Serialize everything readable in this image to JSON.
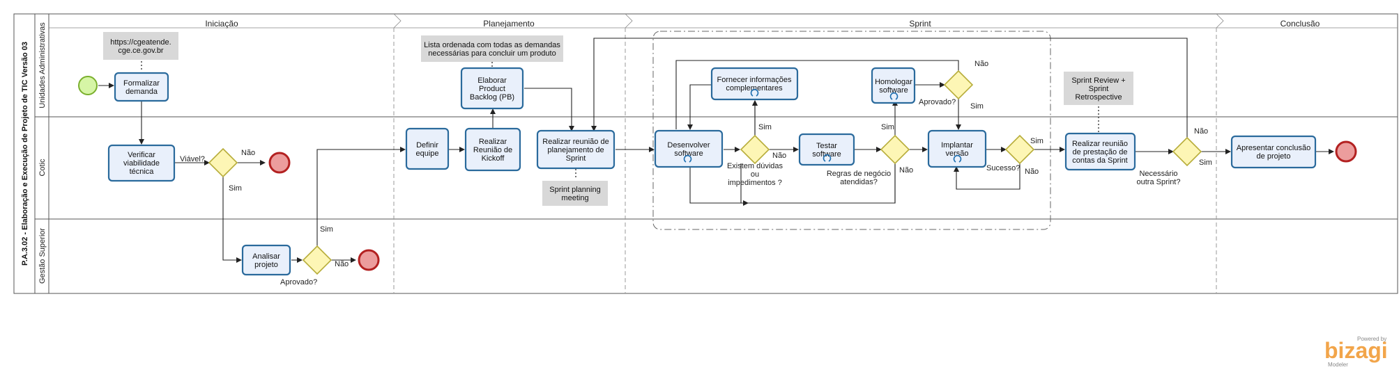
{
  "pool": {
    "title": "P.A.3.02 - Elaboração e Execução de Projeto de TIC Versão 03"
  },
  "lanes": {
    "unidades": "Unidades Administrativas",
    "cotic": "Cotic",
    "gestao": "Gestão Superior"
  },
  "phases": {
    "iniciacao": "Iniciação",
    "planejamento": "Planejamento",
    "sprint": "Sprint",
    "conclusao": "Conclusão"
  },
  "tasks": {
    "formalizar": "Formalizar|demanda",
    "verificar": "Verificar|viabilidade|técnica",
    "analisar": "Analisar|projeto",
    "definir": "Definir|equipe",
    "kickoff": "Realizar|Reunião de|Kickoff",
    "elaborar": "Elaborar|Product|Backlog (PB)",
    "planejamento": "Realizar reunião de|planejamento de|Sprint",
    "desenvolver": "Desenvolver|software",
    "fornecer": "Fornecer informações|complementares",
    "testar": "Testar|software",
    "homologar": "Homologar|software",
    "implantar": "Implantar|versão",
    "prestacao": "Realizar reunião|de prestação de|contas da Sprint",
    "conclusao": "Apresentar conclusão|de projeto"
  },
  "gateways": {
    "viavel": "Viável?",
    "aprovado1": "Aprovado?",
    "duvidas": "Existem dúvidas|ou|impedimentos ?",
    "regras": "Regras de negócio|atendidas?",
    "aprovado2": "Aprovado?",
    "sucesso": "Sucesso?",
    "necessario": "Necessário|outra Sprint?"
  },
  "flow_labels": {
    "sim": "Sim",
    "nao": "Não"
  },
  "annotations": {
    "url": "https://cgeatende.|cge.ce.gov.br",
    "lista": "Lista ordenada com todas as demandas|necessárias para concluir um produto",
    "sprint_planning": "Sprint planning|meeting",
    "sprint_review": "Sprint Review +|Sprint|Retrospective"
  },
  "branding": {
    "powered": "Powered by",
    "name": "bizagi",
    "product": "Modeler"
  },
  "colors": {
    "task_fill": "#e9f0fb",
    "task_stroke": "#2a6a9c",
    "gateway_fill": "#fdf6b5",
    "start_fill": "#d6f5a6",
    "end_fill": "#ec9d9d",
    "end_stroke": "#b32121",
    "brand": "#f2a54a"
  }
}
